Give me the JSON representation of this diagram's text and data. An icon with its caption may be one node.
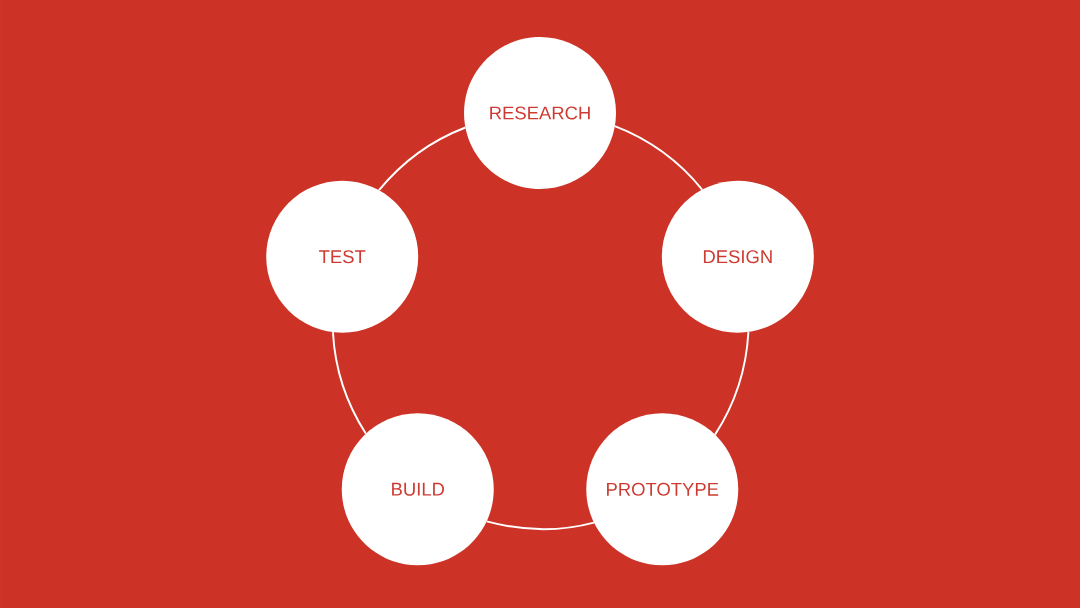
{
  "diagram": {
    "nodes": [
      {
        "text": [
          "RESEARCH"
        ]
      },
      {
        "text": [
          "DESIGN"
        ]
      },
      {
        "text": [
          "PROTOTYPE"
        ]
      },
      {
        "text": [
          "BUILD"
        ]
      },
      {
        "text": [
          "TEST"
        ]
      }
    ],
    "edges": [
      {
        "from": 0,
        "to": 1,
        "arrow": "none"
      },
      {
        "from": 1,
        "to": 2,
        "arrow": "none"
      },
      {
        "from": 2,
        "to": 3,
        "arrow": "none"
      },
      {
        "from": 3,
        "to": 4,
        "arrow": "none"
      },
      {
        "from": 4,
        "to": 0,
        "arrow": "none"
      }
    ]
  }
}
